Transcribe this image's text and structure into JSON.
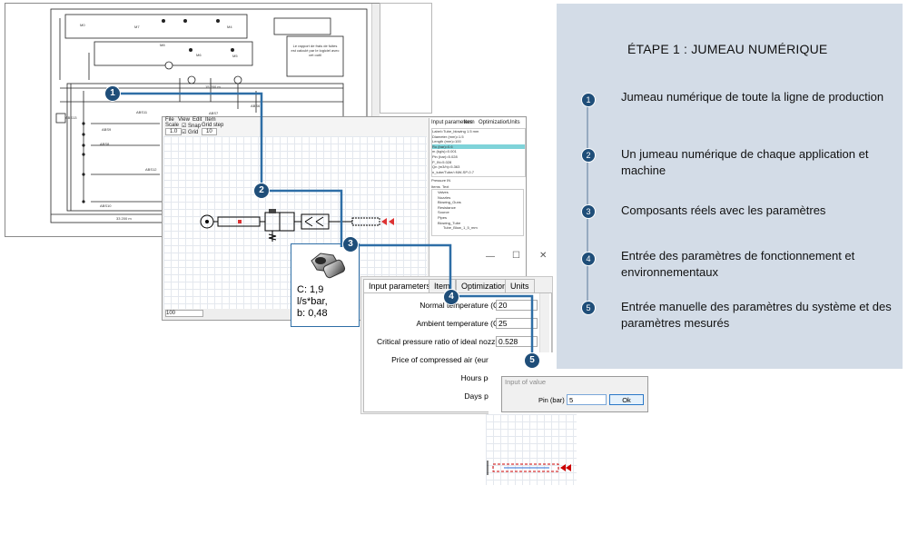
{
  "panel": {
    "title": "ÉTAPE 1 : JUMEAU  NUMÉRIQUE",
    "steps": [
      {
        "number": "1",
        "text": "Jumeau numérique de toute la ligne de production"
      },
      {
        "number": "2",
        "text": "Un jumeau numérique de chaque application et machine"
      },
      {
        "number": "3",
        "text": "Composants réels avec les paramètres"
      },
      {
        "number": "4",
        "text": "Entrée des paramètres de fonctionnement et environnementaux"
      },
      {
        "number": "5",
        "text": "Entrée manuelle des paramètres du système et des paramètres mesurés"
      }
    ],
    "background_color": "#d3dce7",
    "marker_color": "#1f4e79"
  },
  "markers": [
    "1",
    "2",
    "3",
    "4",
    "5"
  ],
  "line_diagram": {
    "labels": {
      "m0": "M0",
      "m7": "M7",
      "m8": "M8",
      "m6": "M6",
      "m5": "M5",
      "m4": "M4",
      "abs13": "ABS13",
      "abs9": "ABS9",
      "abs8": "ABS8",
      "abs11": "ABS11",
      "abs7": "ABS7",
      "abs6": "ABS6",
      "abs12": "ABS12",
      "abs10": "ABS10",
      "note": "Le rapport de frais de fuites est calculé par le logiciel avec cet outil",
      "dim_bottom": "33 200 m",
      "dim_mid": "15 200 m"
    }
  },
  "machine_window": {
    "toolbar": {
      "file": "File",
      "view": "View",
      "edit": "Edit",
      "item": "Item"
    },
    "scale_label": "Scale",
    "scale_value": "1.0",
    "snap_label": "Snap",
    "grid_label": "Grid",
    "grid_step_label": "Grid step",
    "grid_step_value": "10",
    "status_value": "100",
    "side_tabs": {
      "input": "Input parameters",
      "item": "Item",
      "optimization": "Optimization",
      "units": "Units"
    },
    "props": [
      "Label=Tube_blowing 1.5 mm",
      "Diameter (mm)=1.5",
      "Length (mm)=100",
      "Ro (bar)=0.6",
      "m (kg/s)=0.001",
      "Pin (bar)=5.028",
      "P_IN=5.028",
      "Qn (m3/h)=5.363",
      "n_tube/Tube/=NW-SP-0.7"
    ],
    "pressure_label": "Pressure IN",
    "tree_tabs": {
      "items": "Items",
      "text": "Text"
    },
    "tree": [
      "Valves",
      "Nozzles",
      "Blowing_Guns",
      "Resistance",
      "Source",
      "Pipes",
      "Blowing_Tube",
      "Tube_Blow_1_5_mm"
    ]
  },
  "component_card": {
    "c_line": "C: 1,9",
    "unit_line": "l/s*bar,",
    "b_line": "b: 0,48"
  },
  "params_window": {
    "tabs": {
      "input": "Input parameters",
      "item": "Item",
      "optimization": "Optimization",
      "units": "Units"
    },
    "rows": [
      {
        "label": "Normal temperature (C)",
        "value": "20"
      },
      {
        "label": "Ambient temperature (C)",
        "value": "25"
      },
      {
        "label": "Critical pressure ratio of ideal nozzle",
        "value": "0.528"
      },
      {
        "label": "Price of compressed air (euro/m",
        "value": ""
      },
      {
        "label": "Hours per d",
        "value": ""
      },
      {
        "label": "Days per y",
        "value": ""
      }
    ]
  },
  "input_dialog": {
    "title": "Input of value",
    "label": "Pin (bar)",
    "value": "5",
    "ok_label": "Ok"
  },
  "window_controls": {
    "minimize": "—",
    "maximize": "☐",
    "close": "✕"
  }
}
